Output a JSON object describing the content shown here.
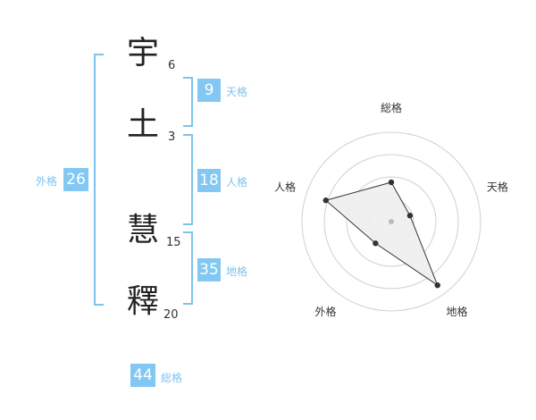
{
  "name": {
    "chars": [
      {
        "char": "宇",
        "strokes": "6"
      },
      {
        "char": "土",
        "strokes": "3"
      },
      {
        "char": "慧",
        "strokes": "15"
      },
      {
        "char": "釋",
        "strokes": "20"
      }
    ]
  },
  "fortunes": {
    "tenkaku": {
      "value": "9",
      "label": "天格"
    },
    "jinkaku": {
      "value": "18",
      "label": "人格"
    },
    "chikaku": {
      "value": "35",
      "label": "地格"
    },
    "gaikaku": {
      "value": "26",
      "label": "外格"
    },
    "soukaku": {
      "value": "44",
      "label": "総格"
    }
  },
  "chart_data": {
    "type": "radar",
    "axes": [
      "総格",
      "天格",
      "地格",
      "外格",
      "人格"
    ],
    "values": [
      0.44,
      0.22,
      0.88,
      0.3,
      0.77
    ],
    "scale_rings": 4,
    "colors": {
      "fill": "#eeeeee",
      "line": "#333333",
      "ring": "#d0d0d0",
      "center": "#bbbbbb"
    }
  }
}
